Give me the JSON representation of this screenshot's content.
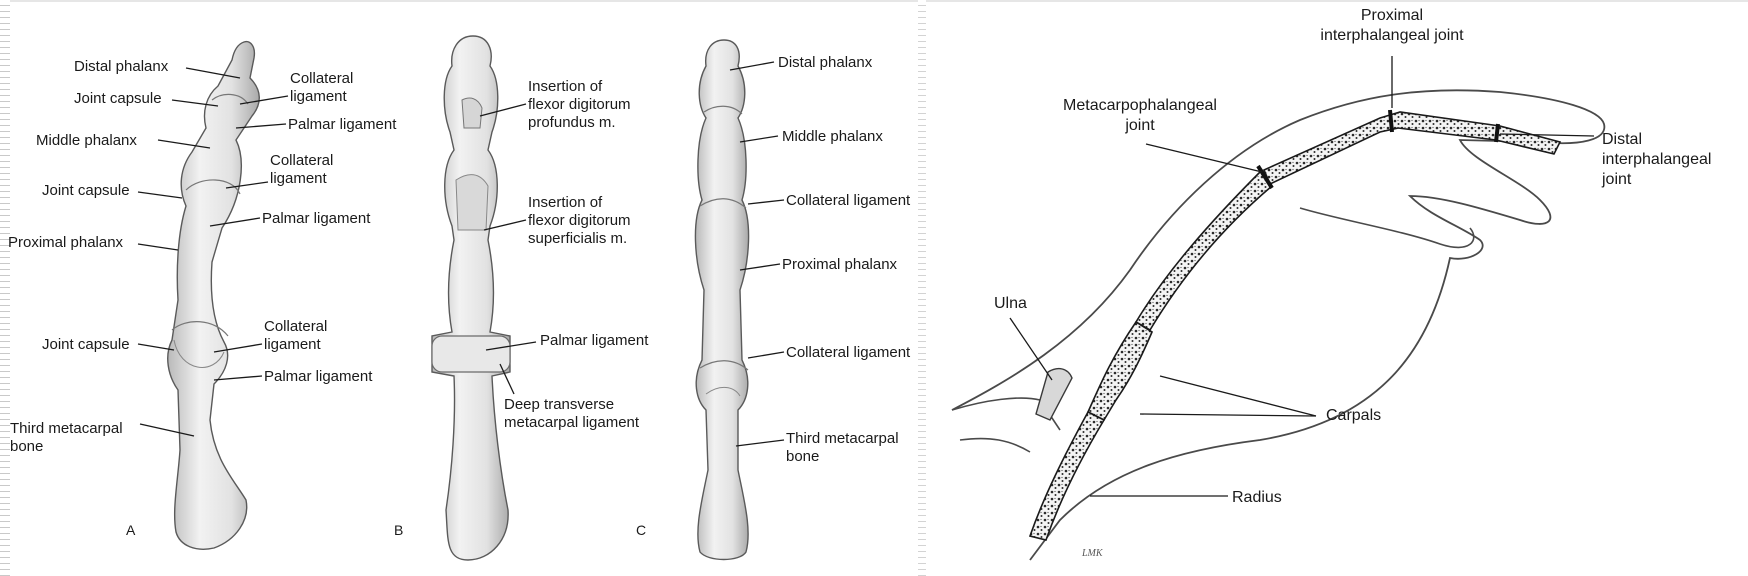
{
  "finger_views": {
    "view_a": {
      "panel_letter": "A",
      "labels": {
        "distal_phalanx": "Distal phalanx",
        "joint_capsule_1": "Joint capsule",
        "collateral_ligament_1": "Collateral\nligament",
        "palmar_ligament_1": "Palmar ligament",
        "middle_phalanx": "Middle phalanx",
        "collateral_ligament_2": "Collateral\nligament",
        "joint_capsule_2": "Joint capsule",
        "palmar_ligament_2": "Palmar ligament",
        "proximal_phalanx": "Proximal phalanx",
        "collateral_ligament_3": "Collateral\nligament",
        "joint_capsule_3": "Joint capsule",
        "palmar_ligament_3": "Palmar ligament",
        "third_metacarpal": "Third metacarpal\nbone"
      }
    },
    "view_b": {
      "panel_letter": "B",
      "labels": {
        "flexor_profundus": "Insertion of\nflexor digitorum\nprofundus m.",
        "flexor_superficialis": "Insertion of\nflexor digitorum\nsuperficialis m.",
        "palmar_ligament": "Palmar ligament",
        "deep_transverse": "Deep transverse\nmetacarpal ligament"
      }
    },
    "view_c": {
      "panel_letter": "C",
      "labels": {
        "distal_phalanx": "Distal phalanx",
        "middle_phalanx": "Middle phalanx",
        "collateral_ligament_1": "Collateral ligament",
        "proximal_phalanx": "Proximal phalanx",
        "collateral_ligament_2": "Collateral ligament",
        "third_metacarpal": "Third metacarpal\nbone"
      }
    }
  },
  "hand_view": {
    "labels": {
      "proximal_ip": "Proximal\ninterphalangeal joint",
      "mcp": "Metacarpophalangeal\njoint",
      "distal_ip": "Distal\ninterphalangeal\njoint",
      "ulna": "Ulna",
      "carpals": "Carpals",
      "radius": "Radius"
    },
    "signature": "LMK"
  },
  "colors": {
    "bone_fill": "#ececec",
    "bone_shade": "#bdbdbd",
    "line": "#1a1a1a",
    "skin_line": "#4a4a4a",
    "marrow": "#2b2b2b"
  }
}
